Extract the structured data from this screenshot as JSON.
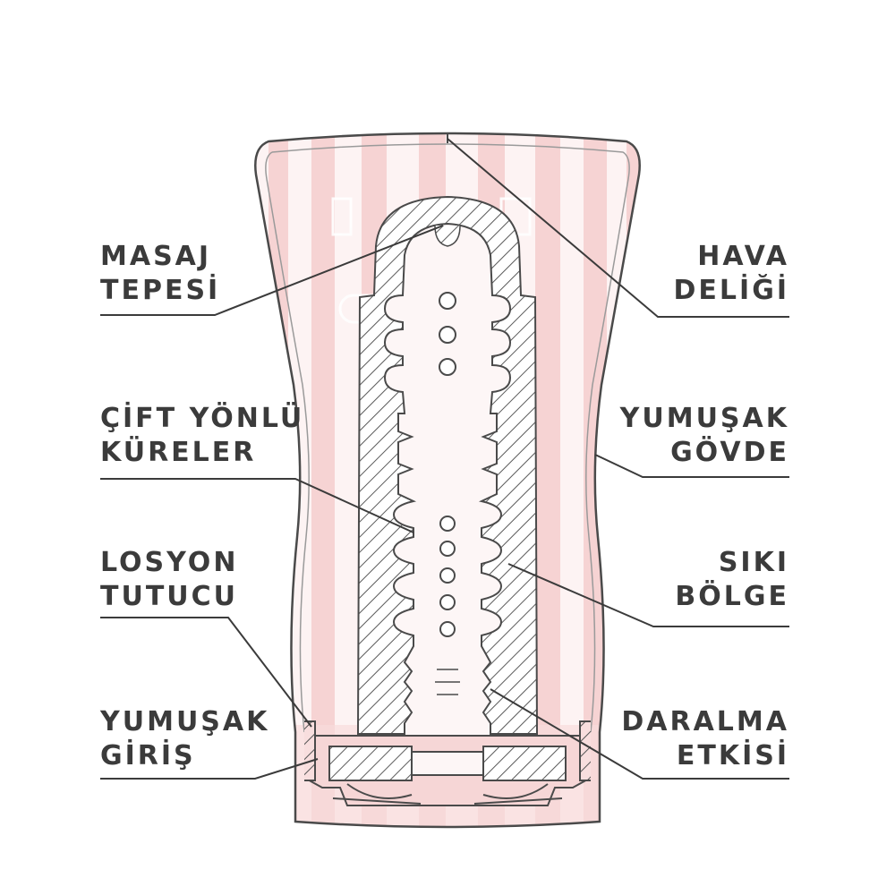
{
  "labels": {
    "masaj_tepesi": {
      "line1": "MASAJ",
      "line2": "TEPESİ"
    },
    "cift_yonlu_kureler": {
      "line1": "ÇİFT YÖNLÜ",
      "line2": "KÜRELER"
    },
    "losyon_tutucu": {
      "line1": "LOSYON",
      "line2": "TUTUCU"
    },
    "yumusak_giris": {
      "line1": "YUMUŞAK",
      "line2": "GİRİŞ"
    },
    "hava_deligi": {
      "line1": "HAVA",
      "line2": "DELİĞİ"
    },
    "yumusak_govde": {
      "line1": "YUMUŞAK",
      "line2": "GÖVDE"
    },
    "siki_bolge": {
      "line1": "SIKI",
      "line2": "BÖLGE"
    },
    "daralma_etkisi": {
      "line1": "DARALMA",
      "line2": "ETKİSİ"
    }
  },
  "colors": {
    "label_text": "#3b3b3b",
    "leader_line": "#3b3b3b",
    "cup_outline": "#4a4a4a",
    "pink_stripe": "#f6d3d3",
    "inner_sleeve": "#efc4c4",
    "hatch": "#555555"
  },
  "icons": {
    "product": "cup-cross-section"
  }
}
